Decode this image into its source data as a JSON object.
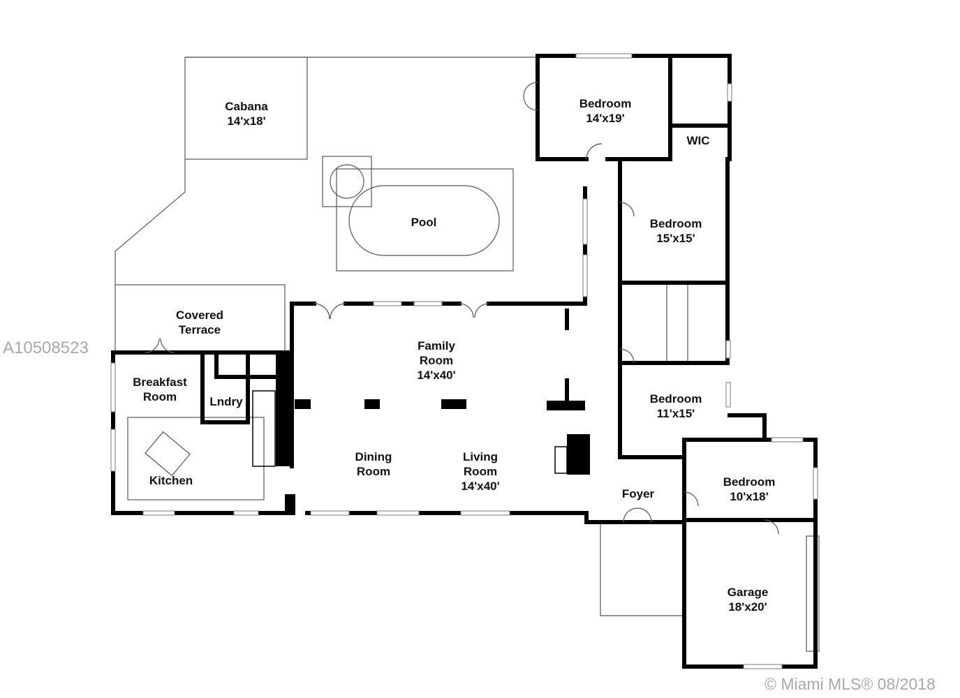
{
  "rooms": {
    "cabana": {
      "name": "Cabana",
      "size": "14'x18'"
    },
    "pool": {
      "name": "Pool"
    },
    "master_bedroom": {
      "name": "Bedroom",
      "size": "14'x19'"
    },
    "wic": {
      "name": "WIC"
    },
    "bedroom2": {
      "name": "Bedroom",
      "size": "15'x15'"
    },
    "covered_terrace": {
      "line1": "Covered",
      "line2": "Terrace"
    },
    "family_room": {
      "line1": "Family",
      "line2": "Room",
      "size": "14'x40'"
    },
    "breakfast_room": {
      "line1": "Breakfast",
      "line2": "Room"
    },
    "laundry": {
      "name": "Lndry"
    },
    "bedroom3": {
      "name": "Bedroom",
      "size": "11'x15'"
    },
    "kitchen": {
      "name": "Kitchen"
    },
    "dining_room": {
      "line1": "Dining",
      "line2": "Room"
    },
    "living_room": {
      "line1": "Living",
      "line2": "Room",
      "size": "14'x40'"
    },
    "foyer": {
      "name": "Foyer"
    },
    "bedroom4": {
      "name": "Bedroom",
      "size": "10'x18'"
    },
    "garage": {
      "name": "Garage",
      "size": "18'x20'"
    }
  },
  "watermarks": {
    "listing_id": "A10508523",
    "copyright": "© Miami MLS® 08/2018"
  }
}
